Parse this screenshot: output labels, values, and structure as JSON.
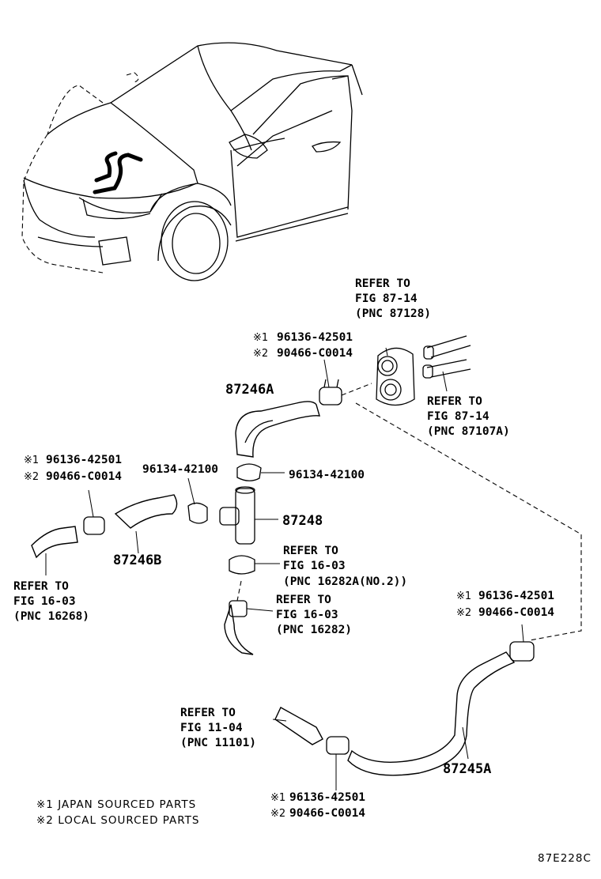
{
  "labels": {
    "refer_87128": [
      "REFER TO",
      "FIG 87-14",
      "(PNC 87128)"
    ],
    "refer_87107a": [
      "REFER TO",
      "FIG 87-14",
      "(PNC 87107A)"
    ],
    "refer_16268": [
      "REFER TO",
      "FIG 16-03",
      "(PNC 16268)"
    ],
    "refer_16282a": [
      "REFER TO",
      "FIG 16-03",
      "(PNC 16282A(NO.2))"
    ],
    "refer_16282": [
      "REFER TO",
      "FIG 16-03",
      "(PNC 16282)"
    ],
    "refer_11101": [
      "REFER TO",
      "FIG 11-04",
      "(PNC 11101)"
    ]
  },
  "clamp_groups": {
    "top": {
      "m1": "※1",
      "p1": "96136-42501",
      "m2": "※2",
      "p2": "90466-C0014"
    },
    "left": {
      "m1": "※1",
      "p1": "96136-42501",
      "m2": "※2",
      "p2": "90466-C0014"
    },
    "right": {
      "m1": "※1",
      "p1": "96136-42501",
      "m2": "※2",
      "p2": "90466-C0014"
    },
    "bottom": {
      "m1": "※1",
      "p1": "96136-42501",
      "m2": "※2",
      "p2": "90466-C0014"
    }
  },
  "part_numbers": {
    "hose_a": "87246A",
    "hose_b": "87246B",
    "joint": "87248",
    "hose_c": "87245A",
    "clip_left": "96134-42100",
    "clip_right": "96134-42100"
  },
  "notes": {
    "n1": "※1 JAPAN SOURCED PARTS",
    "n2": "※2 LOCAL SOURCED PARTS"
  },
  "figure_code": "87E228C"
}
